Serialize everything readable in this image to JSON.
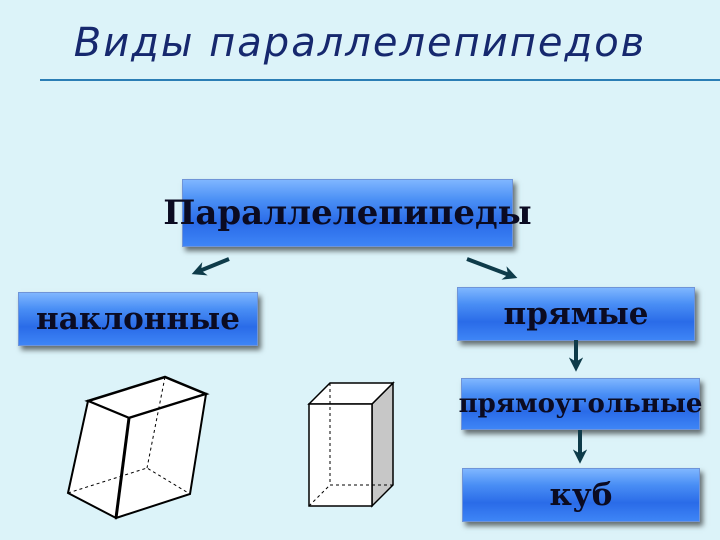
{
  "title": "Виды параллелепипедов",
  "nodes": {
    "root": "Параллелепипеды",
    "inclined": "наклонные",
    "right": "прямые",
    "rectangular": "прямоугольные",
    "cube": "куб"
  },
  "colors": {
    "background": "#dcf3f9",
    "title": "#16286e",
    "rule": "#2a7db5",
    "box": "#2a6be8",
    "arrow": "#0e3b4a"
  }
}
